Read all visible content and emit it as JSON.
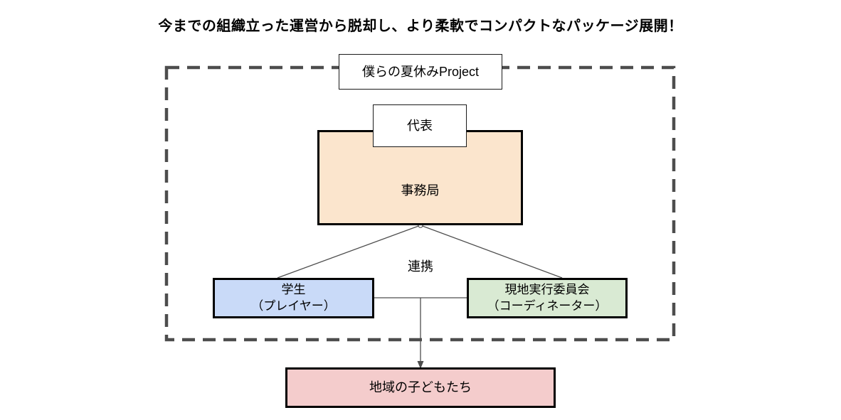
{
  "title": "今までの組織立った運営から脱却し、より柔軟でコンパクトなパッケージ展開！",
  "diagram": {
    "boundary": {
      "name": "project-boundary",
      "style": "dashed",
      "color": "#4d4d4d"
    },
    "nodes": [
      {
        "id": "project",
        "label": "僕らの夏休みProject",
        "fill": "#ffffff",
        "border": "#1a1a1a"
      },
      {
        "id": "representative",
        "label": "代表",
        "fill": "#ffffff",
        "border": "#1a1a1a"
      },
      {
        "id": "office",
        "label": "事務局",
        "fill": "#fbe5cd",
        "border": "#000000"
      },
      {
        "id": "student",
        "line1": "学生",
        "line2": "（プレイヤー）",
        "fill": "#c9daf8",
        "border": "#000000"
      },
      {
        "id": "committee",
        "line1": "現地実行委員会",
        "line2": "（コーディネーター）",
        "fill": "#d9ead3",
        "border": "#000000"
      },
      {
        "id": "children",
        "label": "地域の子どもたち",
        "fill": "#f4cccc",
        "border": "#000000"
      }
    ],
    "edges": [
      {
        "id": "office-student",
        "from": "office",
        "to": "student",
        "label": ""
      },
      {
        "id": "office-committee",
        "from": "office",
        "to": "committee",
        "label": ""
      },
      {
        "id": "student-committee",
        "from": "student",
        "to": "committee",
        "label": "連携"
      },
      {
        "id": "link-children",
        "from": "student-committee",
        "to": "children",
        "arrow": "down"
      }
    ],
    "edge_label_cooperation": "連携"
  }
}
